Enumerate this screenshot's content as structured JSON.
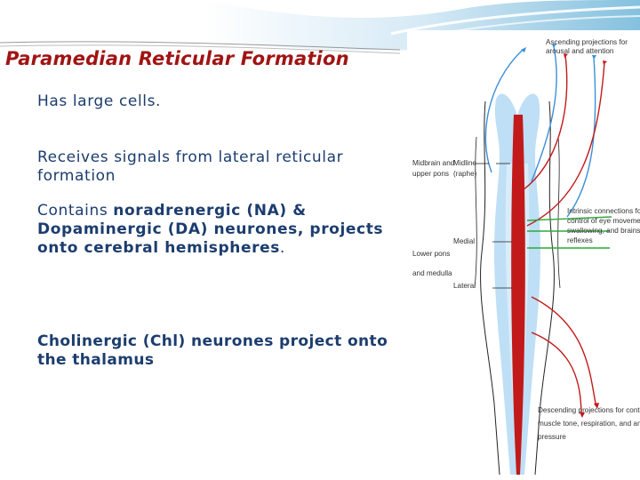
{
  "slide": {
    "title": "Paramedian Reticular Formation",
    "p1": "Has large cells.",
    "p2": "Receives signals from lateral reticular formation",
    "p3_prefix": "Contains ",
    "p3_bold": "noradrenergic (NA) & Dopaminergic (DA) neurones, projects onto cerebral hemispheres",
    "p3_suffix": ".",
    "p4": "Cholinergic (Chl) neurones project onto the thalamus"
  },
  "figure": {
    "ascending_line1": "Ascending projections for",
    "ascending_line2": "arousal and attention",
    "midbrain_line1": "Midbrain and",
    "midbrain_line2": "upper pons",
    "midline_line1": "Midline",
    "midline_line2": "(raphe)",
    "intrinsic_line1": "Intrinsic connections for",
    "intrinsic_line2": "control of eye movements,",
    "intrinsic_line3": "swallowing, and brainstem",
    "intrinsic_line4": "reflexes",
    "medial": "Medial",
    "lower_line1": "Lower pons",
    "lower_line2": "and medulla",
    "lateral": "Lateral",
    "descending_line1": "Descending projections for control of",
    "descending_line2": "muscle tone, respiration, and arterial",
    "descending_line3": "pressure",
    "colors": {
      "blue": "#3b8fd8",
      "red": "#c21a1a",
      "green": "#2fa83a",
      "light_blue": "#a8d4f2"
    }
  }
}
